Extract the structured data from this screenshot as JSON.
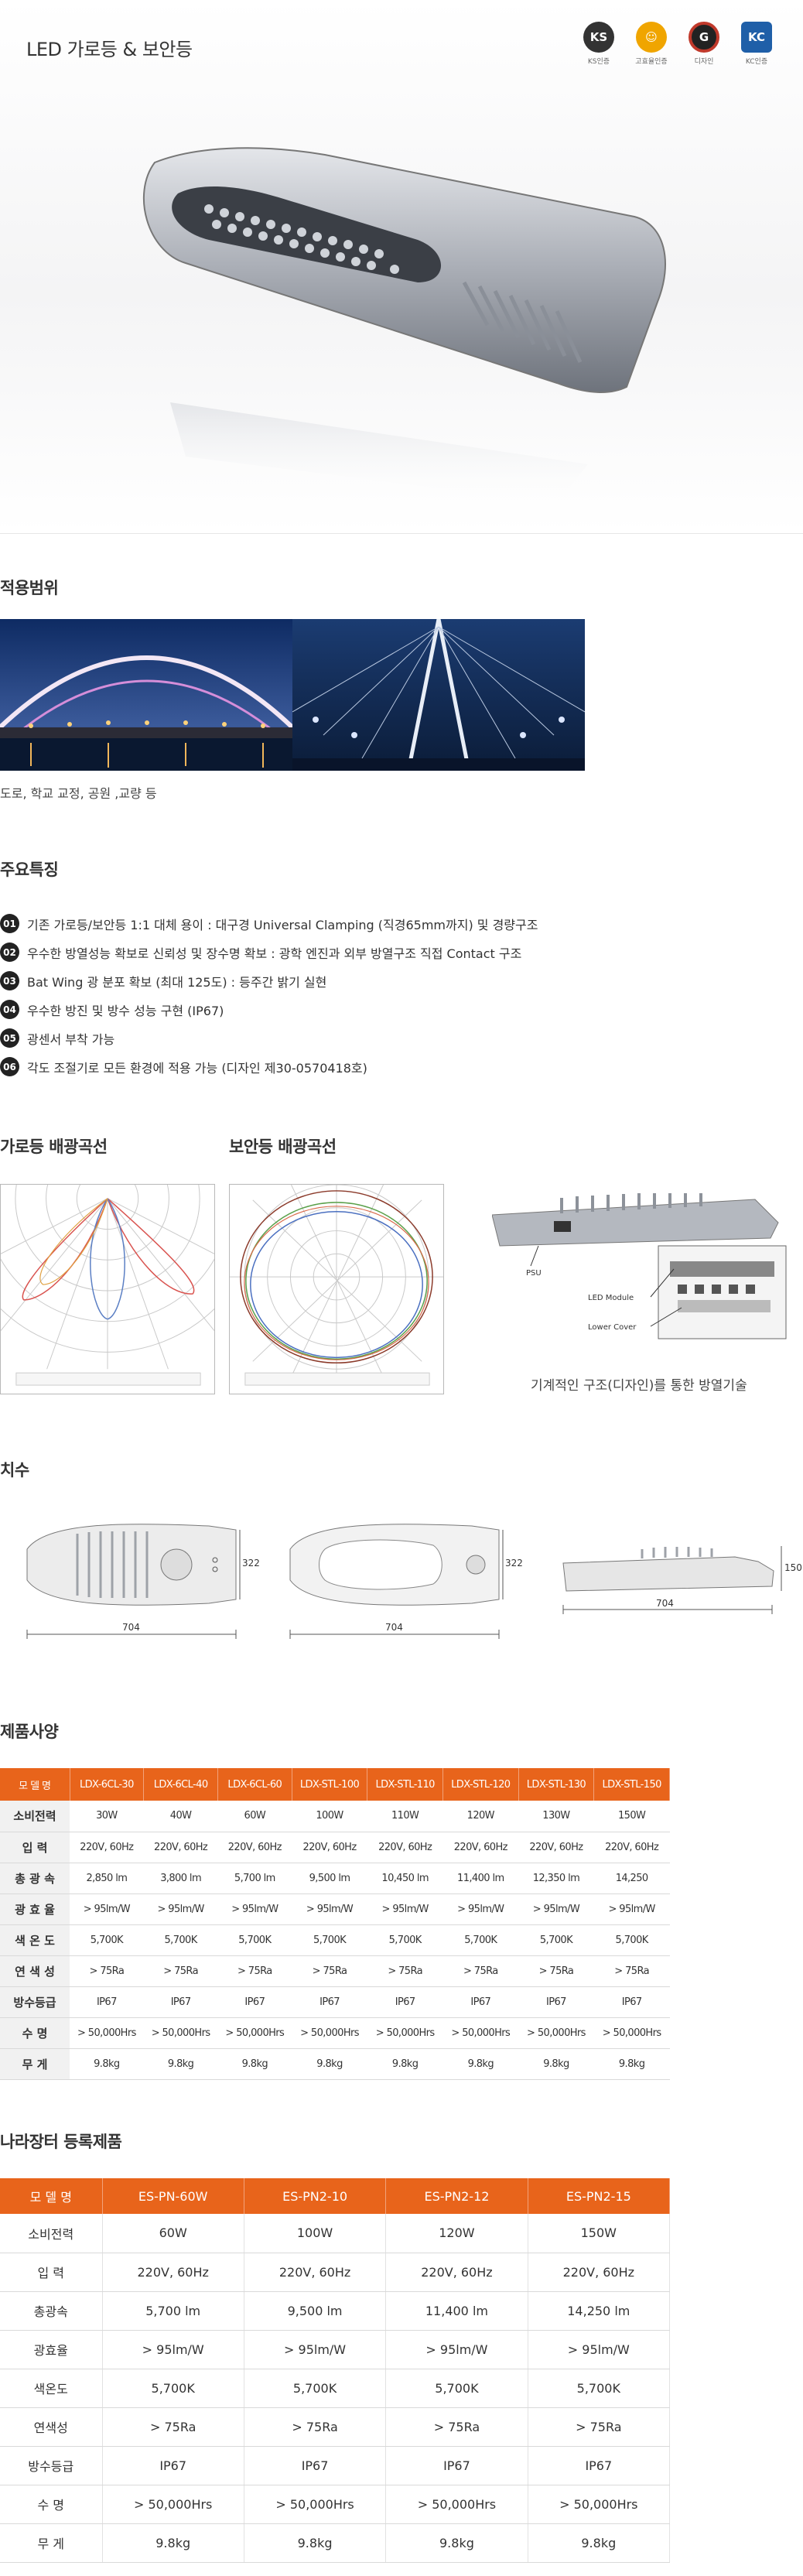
{
  "header": {
    "title": "LED 가로등 & 보안등",
    "certs": [
      {
        "mark": "KS",
        "label": "KS인증",
        "color": "#333333"
      },
      {
        "mark": "☺",
        "label": "고효율인증",
        "color": "#f0a500"
      },
      {
        "mark": "G",
        "label": "디자인",
        "color": "#c0392b"
      },
      {
        "mark": "KC",
        "label": "KC인증",
        "color": "#1f5fa8"
      }
    ]
  },
  "scope": {
    "title": "적용범위",
    "caption": "도로, 학교 교정, 공원 ,교량 등"
  },
  "features": {
    "title": "주요특징",
    "items": [
      {
        "num": "01",
        "text": "기존 가로등/보안등 1:1 대체 용이 : 대구경 Universal Clamping (직경65mm까지) 및 경량구조"
      },
      {
        "num": "02",
        "text": "우수한 방열성능 확보로 신뢰성 및 장수명 확보 : 광학 엔진과 외부 방열구조 직접 Contact 구조"
      },
      {
        "num": "03",
        "text": "Bat Wing 광 분포 확보 (최대 125도) : 등주간 밝기 실현"
      },
      {
        "num": "04",
        "text": "우수한 방진 및 방수 성능 구현 (IP67)"
      },
      {
        "num": "05",
        "text": "광센서 부착 가능"
      },
      {
        "num": "06",
        "text": "각도 조절기로 모든 환경에 적용 가능 (디자인 제30-0570418호)"
      }
    ]
  },
  "distribution": {
    "street_title": "가로등 배광곡선",
    "security_title": "보안등 배광곡선",
    "module_labels": {
      "psu": "PSU",
      "led": "LED Module",
      "cover": "Lower Cover"
    },
    "caption": "기계적인 구조(디자인)를 통한 방열기술"
  },
  "dimensions": {
    "title": "치수",
    "width": "704",
    "height": "322",
    "side_height": "150"
  },
  "spec": {
    "title": "제품사양",
    "header_label": "모 델 명",
    "models": [
      "LDX-6CL-30",
      "LDX-6CL-40",
      "LDX-6CL-60",
      "LDX-STL-100",
      "LDX-STL-110",
      "LDX-STL-120",
      "LDX-STL-130",
      "LDX-STL-150"
    ],
    "rows": [
      {
        "label": "소비전력",
        "values": [
          "30W",
          "40W",
          "60W",
          "100W",
          "110W",
          "120W",
          "130W",
          "150W"
        ]
      },
      {
        "label": "입 력",
        "values": [
          "220V, 60Hz",
          "220V, 60Hz",
          "220V, 60Hz",
          "220V, 60Hz",
          "220V, 60Hz",
          "220V, 60Hz",
          "220V, 60Hz",
          "220V, 60Hz"
        ]
      },
      {
        "label": "총 광 속",
        "values": [
          "2,850 lm",
          "3,800 lm",
          "5,700 lm",
          "9,500 lm",
          "10,450 lm",
          "11,400 lm",
          "12,350 lm",
          "14,250"
        ]
      },
      {
        "label": "광 효 율",
        "values": [
          "> 95lm/W",
          "> 95lm/W",
          "> 95lm/W",
          "> 95lm/W",
          "> 95lm/W",
          "> 95lm/W",
          "> 95lm/W",
          "> 95lm/W"
        ]
      },
      {
        "label": "색 온 도",
        "values": [
          "5,700K",
          "5,700K",
          "5,700K",
          "5,700K",
          "5,700K",
          "5,700K",
          "5,700K",
          "5,700K"
        ]
      },
      {
        "label": "연 색 성",
        "values": [
          "> 75Ra",
          "> 75Ra",
          "> 75Ra",
          "> 75Ra",
          "> 75Ra",
          "> 75Ra",
          "> 75Ra",
          "> 75Ra"
        ]
      },
      {
        "label": "방수등급",
        "values": [
          "IP67",
          "IP67",
          "IP67",
          "IP67",
          "IP67",
          "IP67",
          "IP67",
          "IP67"
        ]
      },
      {
        "label": "수 명",
        "values": [
          "> 50,000Hrs",
          "> 50,000Hrs",
          "> 50,000Hrs",
          "> 50,000Hrs",
          "> 50,000Hrs",
          "> 50,000Hrs",
          "> 50,000Hrs",
          "> 50,000Hrs"
        ]
      },
      {
        "label": "무 게",
        "values": [
          "9.8kg",
          "9.8kg",
          "9.8kg",
          "9.8kg",
          "9.8kg",
          "9.8kg",
          "9.8kg",
          "9.8kg"
        ]
      }
    ]
  },
  "procurement": {
    "title": "나라장터 등록제품",
    "header_label": "모 델 명",
    "models": [
      "ES-PN-60W",
      "ES-PN2-10",
      "ES-PN2-12",
      "ES-PN2-15"
    ],
    "rows": [
      {
        "label": "소비전력",
        "values": [
          "60W",
          "100W",
          "120W",
          "150W"
        ]
      },
      {
        "label": "입 력",
        "values": [
          "220V, 60Hz",
          "220V, 60Hz",
          "220V, 60Hz",
          "220V, 60Hz"
        ]
      },
      {
        "label": "총광속",
        "values": [
          "5,700 lm",
          "9,500 lm",
          "11,400 lm",
          "14,250 lm"
        ]
      },
      {
        "label": "광효율",
        "values": [
          "> 95lm/W",
          "> 95lm/W",
          "> 95lm/W",
          "> 95lm/W"
        ]
      },
      {
        "label": "색온도",
        "values": [
          "5,700K",
          "5,700K",
          "5,700K",
          "5,700K"
        ]
      },
      {
        "label": "연색성",
        "values": [
          "> 75Ra",
          "> 75Ra",
          "> 75Ra",
          "> 75Ra"
        ]
      },
      {
        "label": "방수등급",
        "values": [
          "IP67",
          "IP67",
          "IP67",
          "IP67"
        ]
      },
      {
        "label": "수 명",
        "values": [
          "> 50,000Hrs",
          "> 50,000Hrs",
          "> 50,000Hrs",
          "> 50,000Hrs"
        ]
      },
      {
        "label": "무 게",
        "values": [
          "9.8kg",
          "9.8kg",
          "9.8kg",
          "9.8kg"
        ]
      }
    ]
  }
}
